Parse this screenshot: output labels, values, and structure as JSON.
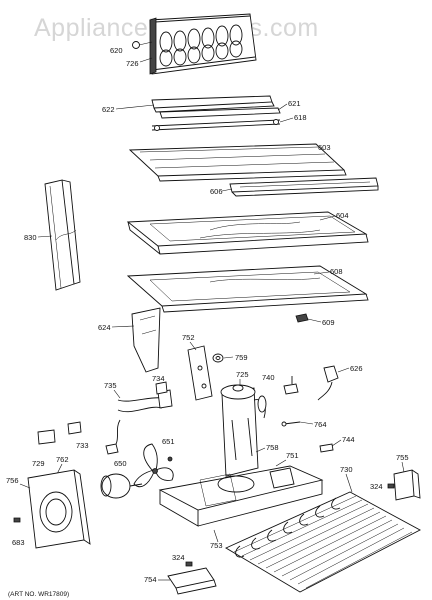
{
  "watermark": "AppliancePartsPros.com",
  "art_number": "(ART NO. WR17809)",
  "callouts": {
    "c620": "620",
    "c726": "726",
    "c622": "622",
    "c621": "621",
    "c618": "618",
    "c603": "603",
    "c606": "606",
    "c604": "604",
    "c830": "830",
    "c608": "608",
    "c609": "609",
    "c624": "624",
    "c752": "752",
    "c759": "759",
    "c725": "725",
    "c740": "740",
    "c626": "626",
    "c735": "735",
    "c734": "734",
    "c764": "764",
    "c744": "744",
    "c651": "651",
    "c733": "733",
    "c729": "729",
    "c762": "762",
    "c650": "650",
    "c758": "758",
    "c751": "751",
    "c730": "730",
    "c755": "755",
    "c324a": "324",
    "c756": "756",
    "c683": "683",
    "c753": "753",
    "c324b": "324",
    "c754": "754"
  }
}
